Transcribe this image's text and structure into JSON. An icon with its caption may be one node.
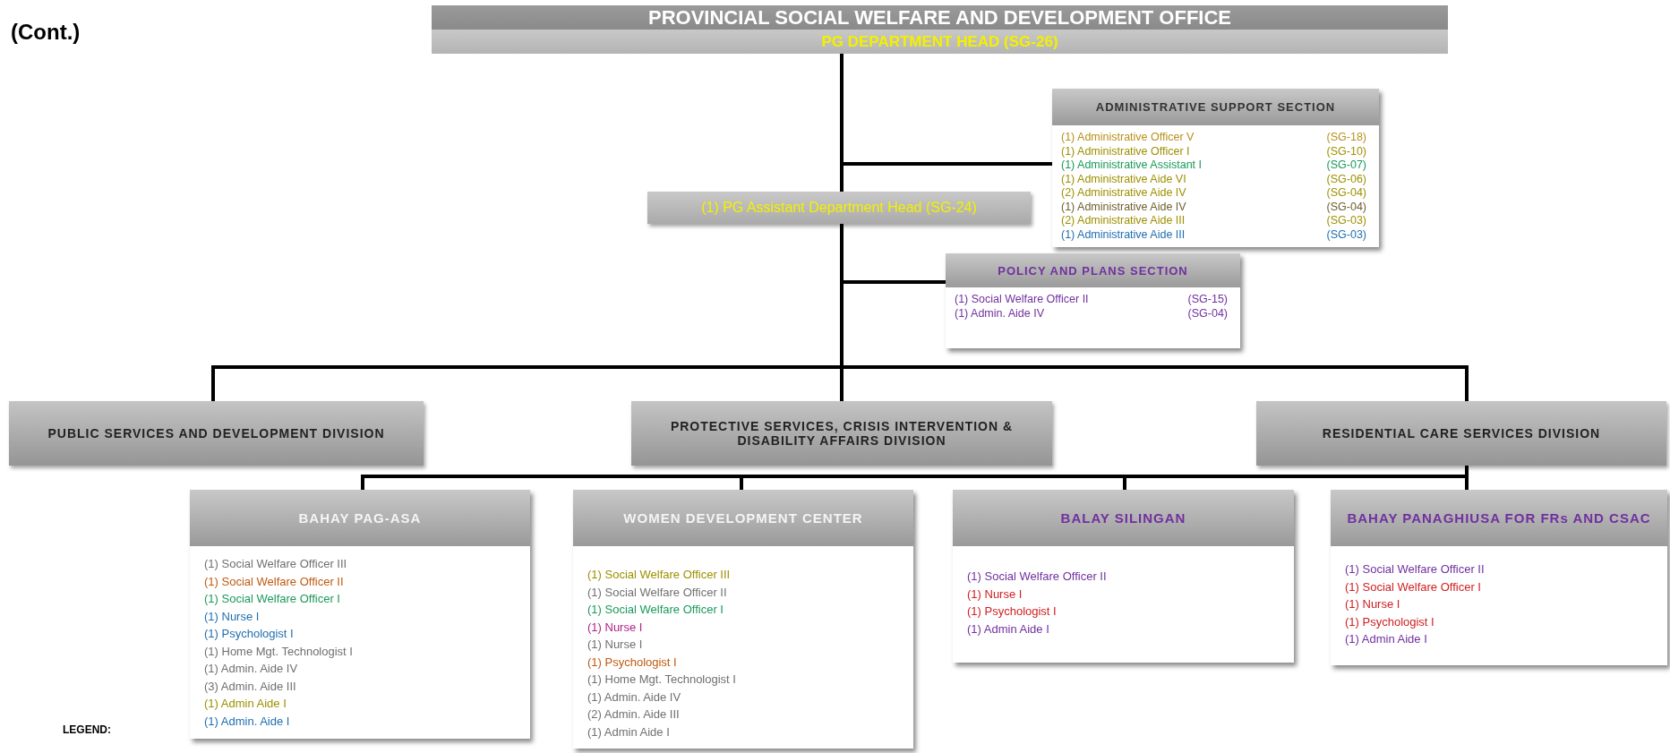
{
  "diagram": {
    "nodes": [
      {
        "text": [
          "PROVINCIAL SOCIAL WELFARE AND DEVELOPMENT OFFICE",
          "PG DEPARTMENT HEAD (SG-26)"
        ]
      },
      {
        "text": [
          "ADMINISTRATIVE SUPPORT SECTION",
          "(1) Administrative Officer V",
          "(SG-18)",
          "(1) Administrative Officer I",
          "(SG-10)",
          "(1) Administrative Assistant I",
          "(SG-07)",
          "(1) Administrative Aide VI",
          "(SG-06)",
          "(2) Administrative Aide IV",
          "(SG-04)",
          "(1) Administrative Aide IV",
          "(SG-04)",
          "(2) Administrative Aide III",
          "(SG-03)",
          "(1) Administrative Aide III",
          "(SG-03)"
        ]
      },
      {
        "text": [
          "(1) PG Assistant Department Head (SG-24)"
        ]
      },
      {
        "text": [
          "POLICY AND PLANS SECTION",
          "(1) Social Welfare Officer II",
          "(SG-15)",
          "(1) Admin. Aide IV",
          "(SG-04)"
        ]
      },
      {
        "text": [
          "PUBLIC SERVICES AND DEVELOPMENT DIVISION"
        ]
      },
      {
        "text": [
          "PROTECTIVE SERVICES, CRISIS INTERVENTION & DISABILITY AFFAIRS DIVISION"
        ]
      },
      {
        "text": [
          "RESIDENTIAL CARE SERVICES DIVISION"
        ]
      },
      {
        "text": [
          "BAHAY PAG-ASA",
          "(1) Social Welfare Officer III",
          "(1) Social Welfare Officer II",
          "(1) Social Welfare Officer I",
          "(1) Nurse I",
          "(1) Psychologist I",
          "(1) Home Mgt. Technologist I",
          "(1) Admin. Aide IV",
          "(3) Admin. Aide III",
          "(1) Admin Aide I",
          "(1) Admin. Aide I"
        ]
      },
      {
        "text": [
          "WOMEN DEVELOPMENT CENTER",
          "(1) Social Welfare Officer III",
          "(1) Social Welfare Officer II",
          "(1) Social Welfare Officer I",
          "(1) Nurse I",
          "(1) Nurse I",
          "(1) Psychologist I",
          "(1) Home Mgt. Technologist I",
          "(1) Admin. Aide IV",
          "(2) Admin. Aide III",
          "(1) Admin Aide I"
        ]
      },
      {
        "text": [
          "BALAY SILINGAN",
          "(1) Social Welfare Officer II",
          "(1) Nurse I",
          "(1) Psychologist I",
          "(1) Admin Aide I"
        ]
      },
      {
        "text": [
          "BAHAY PANAGHIUSA FOR FRs AND CSAC",
          "(1) Social Welfare Officer II",
          "(1) Social Welfare Officer I",
          "(1) Nurse I",
          "(1) Psychologist I",
          "(1) Admin Aide I"
        ]
      }
    ],
    "edges": [
      {
        "from": 0,
        "to": 1,
        "arrow": "none"
      },
      {
        "from": 0,
        "to": 2,
        "arrow": "none"
      },
      {
        "from": 2,
        "to": 3,
        "arrow": "none"
      },
      {
        "from": 2,
        "to": 4,
        "arrow": "none"
      },
      {
        "from": 2,
        "to": 5,
        "arrow": "none"
      },
      {
        "from": 2,
        "to": 6,
        "arrow": "none"
      },
      {
        "from": 6,
        "to": 7,
        "arrow": "none"
      },
      {
        "from": 6,
        "to": 8,
        "arrow": "none"
      },
      {
        "from": 6,
        "to": 9,
        "arrow": "none"
      },
      {
        "from": 6,
        "to": 10,
        "arrow": "none"
      }
    ],
    "labels": [
      "(Cont.)",
      "LEGEND:"
    ]
  }
}
